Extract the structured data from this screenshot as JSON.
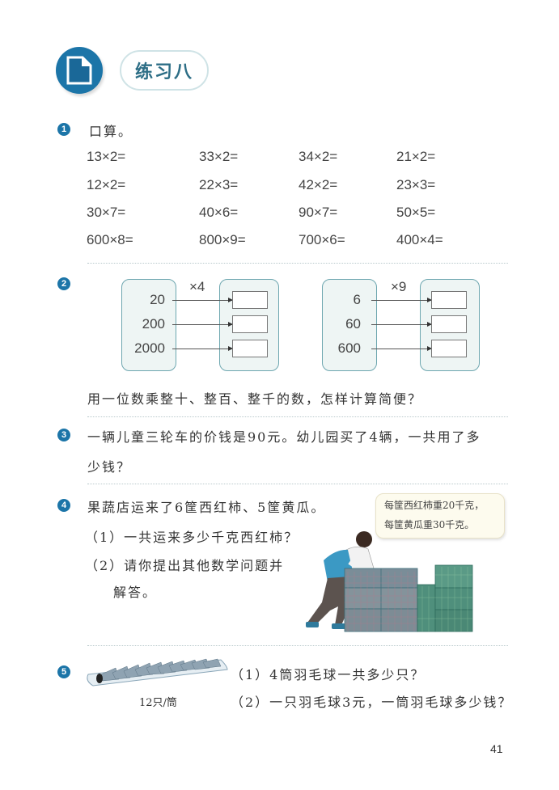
{
  "header": {
    "title": "练习八",
    "icon": "document-icon"
  },
  "q1": {
    "number": "1",
    "prompt": "口算。",
    "rows": [
      [
        "13×2=",
        "33×2=",
        "34×2=",
        "21×2="
      ],
      [
        "12×2=",
        "22×3=",
        "42×2=",
        "23×3="
      ],
      [
        "30×7=",
        "40×6=",
        "90×7=",
        "50×5="
      ],
      [
        "600×8=",
        "800×9=",
        "700×6=",
        "400×4="
      ]
    ]
  },
  "q2": {
    "number": "2",
    "diagrams": [
      {
        "operator": "×4",
        "inputs": [
          "20",
          "200",
          "2000"
        ]
      },
      {
        "operator": "×9",
        "inputs": [
          "6",
          "60",
          "600"
        ]
      }
    ],
    "question": "用一位数乘整十、整百、整千的数，怎样计算简便？"
  },
  "q3": {
    "number": "3",
    "line1": "一辆儿童三轮车的价钱是90元。幼儿园买了4辆，一共用了多",
    "line2": "少钱？"
  },
  "q4": {
    "number": "4",
    "prompt": "果蔬店运来了6筐西红柿、5筐黄瓜。",
    "sub1": "（1）一共运来多少千克西红柿？",
    "sub2a": "（2）请你提出其他数学问题并",
    "sub2b": "解答。",
    "bubble": [
      "每筐西红柿重20千克，",
      "每筐黄瓜重30千克。"
    ]
  },
  "q5": {
    "number": "5",
    "caption": "12只/筒",
    "sub1": "（1）4筒羽毛球一共多少只？",
    "sub2": "（2）一只羽毛球3元，一筒羽毛球多少钱？"
  },
  "footer": {
    "page_number": "41"
  },
  "colors": {
    "accent": "#1c75a8",
    "box_fill": "#eef5f4",
    "box_border": "#6ea7b0"
  }
}
